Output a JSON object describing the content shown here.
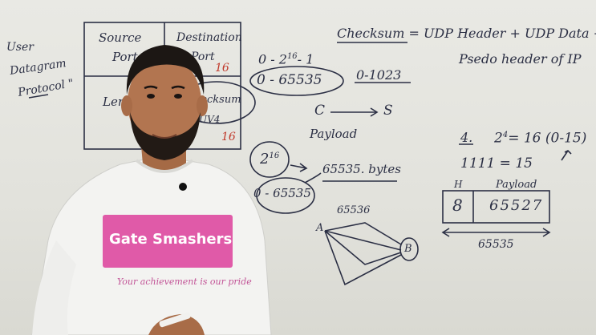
{
  "whiteboard": {
    "side_note": [
      "User",
      "Datagram",
      "Protocol \""
    ],
    "table": {
      "source_port": [
        "Source",
        "Port"
      ],
      "destination_port": [
        "Destination",
        "Port"
      ],
      "port_bits": "16",
      "length": "Length",
      "checksum": [
        "Checksum",
        "UV4"
      ],
      "checksum_bits": "16"
    },
    "range_formula": "0 - 2",
    "range_exp": "16",
    "range_minus": "- 1",
    "range_full": "0 - 65535",
    "well_known_range": "0-1023",
    "checksum_equation": "Checksum = UDP Header + UDP Data +",
    "checksum_equation_2": "Psedo header of IP",
    "client_server": [
      "C",
      "S"
    ],
    "payload_label": "Payload",
    "two_pow_16": "2",
    "two_pow_16_exp": "16",
    "payload_bytes": "65535. bytes",
    "range_circled": "0 - 65535",
    "network_count": "65536",
    "node_a": "A",
    "node_b": "B",
    "header_len_calc": [
      "4.",
      "2",
      "4",
      "= 16 (0-15)",
      "1111 = 15"
    ],
    "packet": {
      "header_label": "H",
      "payload_label": "Payload",
      "header_value": "8",
      "payload_value": "65527",
      "total": "65535"
    }
  },
  "presenter": {
    "shirt_text": "Gate Smashers",
    "shirt_tagline": "Your achievement is our pride"
  }
}
